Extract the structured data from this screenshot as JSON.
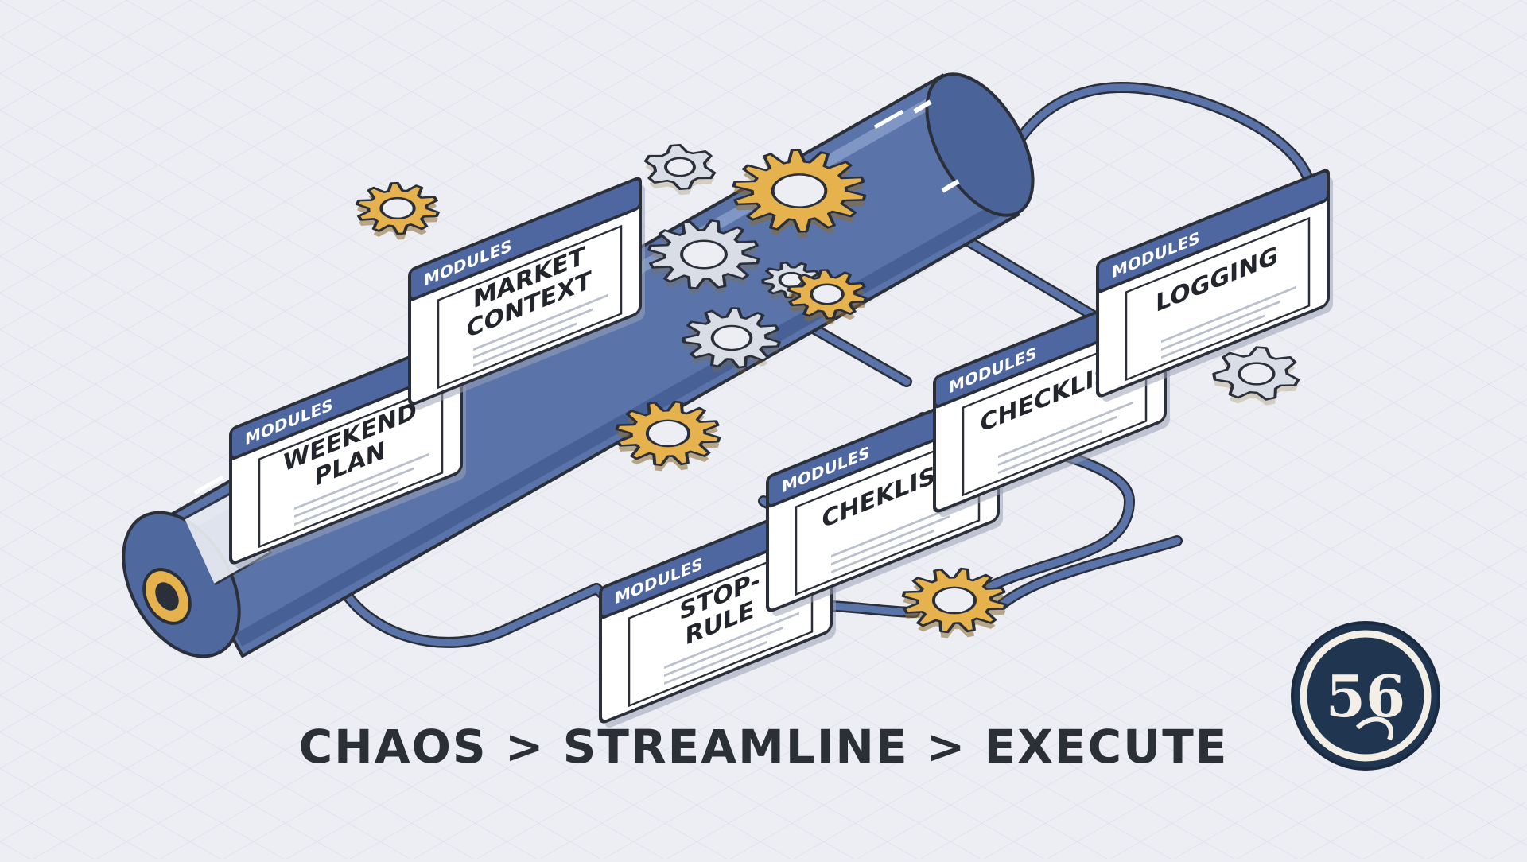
{
  "modules": [
    {
      "tab": "MODULES",
      "lines": [
        "WEEKEND",
        "PLAN"
      ]
    },
    {
      "tab": "MODULES",
      "lines": [
        "MARKET",
        "CONTEXT"
      ]
    },
    {
      "tab": "MODULES",
      "lines": [
        "STOP-",
        "RULE"
      ]
    },
    {
      "tab": "MODULES",
      "lines": [
        "CHEKLIST"
      ]
    },
    {
      "tab": "MODULES",
      "lines": [
        "CHECKLIST"
      ]
    },
    {
      "tab": "MODULES",
      "lines": [
        "LOGGING"
      ]
    }
  ],
  "tagline": "CHAOS  >  STREAMLINE  >  EXECUTE",
  "logo": {
    "text": "56"
  },
  "colors": {
    "pipe": "#5a74aa",
    "pipe_dark": "#3f5a8e",
    "pipe_light": "#7f96c4",
    "gear_gold": "#e6b24e",
    "gear_gray": "#d9dde6",
    "outline": "#2a2f3a",
    "card": "#ffffff",
    "card_tab": "#4f67a0",
    "logo_bg": "#1f3550",
    "logo_ring": "#f3efe6"
  }
}
